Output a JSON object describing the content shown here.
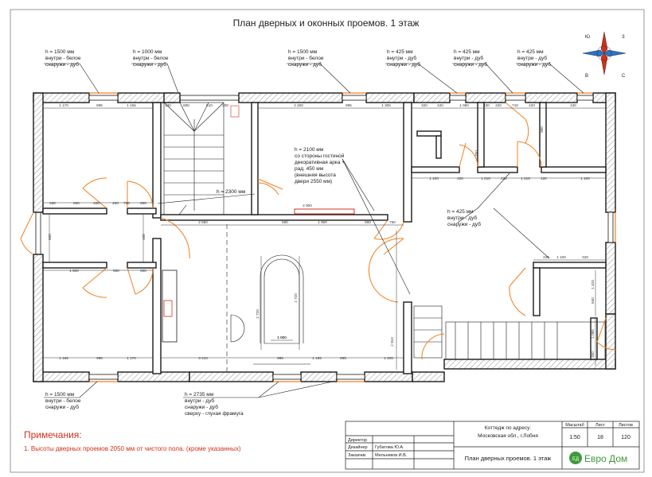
{
  "title": "План дверных и оконных проемов. 1 этаж",
  "callouts": {
    "w1": [
      "h = 1500 мм",
      "внутри - белое",
      "снаружи - дуб"
    ],
    "w2": [
      "h = 1000 мм",
      "внутри - белое",
      "снаружи - дуб"
    ],
    "w3": [
      "h = 1500 мм",
      "внутри - белое",
      "снаружи - дуб"
    ],
    "w4": [
      "h = 425 мм",
      "внутри - дуб",
      "снаружи - дуб"
    ],
    "w5": [
      "h = 425 мм",
      "внутри - дуб",
      "снаружи - дуб"
    ],
    "w6": [
      "h = 425 мм",
      "внутри - дуб",
      "снаружи - дуб"
    ],
    "hall": "h = 2300 мм",
    "arch": [
      "h = 2100 мм",
      "со стороны гостиной",
      "декоративная арка +",
      "рад. 450 мм",
      "(внешняя высота",
      "двери 2550 мм)"
    ],
    "east": [
      "h = 425 мм",
      "внутри - дуб",
      "снаружи - дуб"
    ],
    "sw": [
      "h = 1500 мм",
      "внутри - белое",
      "снаружи - дуб"
    ],
    "main": [
      "h = 2735 мм",
      "внутри - дуб",
      "снаружи - дуб",
      "сверху - глухая фрамуга"
    ]
  },
  "dims": {
    "top_w": [
      "1 170",
      "995",
      "1 165"
    ],
    "top_stair": [
      "330",
      "800",
      "610",
      "200"
    ],
    "top_liv": [
      "2 200",
      "995",
      "1 305"
    ],
    "top_ne": [
      "320",
      "420",
      "1 060",
      "430",
      "420",
      "710",
      "420",
      "430"
    ],
    "west_mid": [
      "330",
      "800",
      "400",
      "200",
      "700",
      "600"
    ],
    "hall_row": [
      "2 550",
      "500",
      "1 900",
      "900",
      "700"
    ],
    "ne_mid": [
      "1 100",
      "420",
      "1 010",
      "420",
      "1 015",
      "420",
      "1 100"
    ],
    "ne_low": [
      "420",
      "1 100",
      "420"
    ],
    "west_row2": [
      "1 800",
      "900",
      "600"
    ],
    "bottom_w": [
      "1 165",
      "995",
      "1 170"
    ],
    "bottom_liv": [
      "3 210",
      "995",
      "1 195",
      "995",
      "1 205"
    ],
    "liv_small": [
      "1 000",
      "1 000"
    ],
    "vert": [
      "2 720",
      "2 720",
      "2 910",
      "1 420",
      "640",
      "1 065",
      "1 450",
      "600",
      "400",
      "700",
      "900"
    ],
    "window_red": "2 900"
  },
  "compass": {
    "n": "Ю",
    "e": "З",
    "s": "С",
    "w": "В"
  },
  "notes": {
    "heading": "Примечания:",
    "text": "1. Высоты дверных проемов 2050 мм от чистого пола. (кроме указанных)"
  },
  "stamp": {
    "address": [
      "Коттедж по адресу:",
      "Московская обл., г.Лобня"
    ],
    "scale_label": "Масштаб",
    "scale": "1:50",
    "sheet_label": "Лист",
    "sheet": "18",
    "sheets_label": "Листов",
    "sheets": "120",
    "director": "Директор",
    "designer": "Дизайнер",
    "designer_name": "Губатова Ю.А.",
    "client": "Заказчик",
    "client_name": "Мельников И.В.",
    "drawing": "План дверных проемов. 1 этаж",
    "logo_mark": "ЕД",
    "logo": "Евро Дом"
  },
  "colors": {
    "wall": "#1a1a1a",
    "door": "#f08020",
    "accent": "#d0301c",
    "logo": "#3f9a3a"
  }
}
